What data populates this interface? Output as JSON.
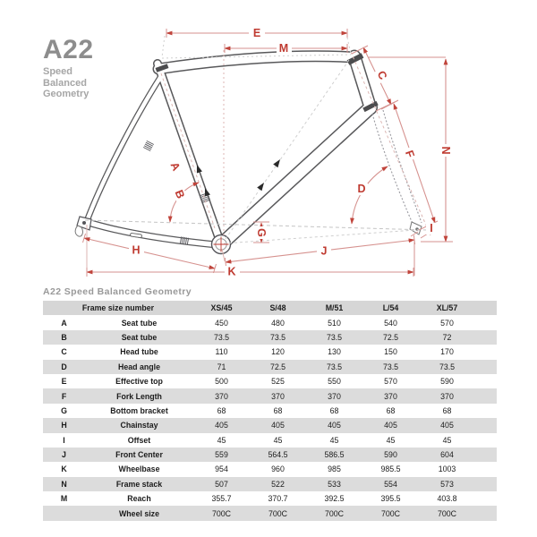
{
  "logo": {
    "model": "A22",
    "taglines": [
      "Speed",
      "Balanced",
      "Geometry"
    ]
  },
  "diagram": {
    "labels": {
      "A": "A",
      "B": "B",
      "C": "C",
      "D": "D",
      "E": "E",
      "F": "F",
      "G": "G",
      "H": "H",
      "I": "I",
      "J": "J",
      "K": "K",
      "M": "M",
      "N": "N"
    }
  },
  "table": {
    "title": "A22 Speed Balanced Geometry",
    "header": {
      "label": "Frame size number",
      "sizes": [
        "XS/45",
        "S/48",
        "M/51",
        "L/54",
        "XL/57"
      ]
    },
    "rows": [
      {
        "letter": "A",
        "label": "Seat tube",
        "values": [
          "450",
          "480",
          "510",
          "540",
          "570"
        ]
      },
      {
        "letter": "B",
        "label": "Seat tube",
        "values": [
          "73.5",
          "73.5",
          "73.5",
          "72.5",
          "72"
        ]
      },
      {
        "letter": "C",
        "label": "Head tube",
        "values": [
          "110",
          "120",
          "130",
          "150",
          "170"
        ]
      },
      {
        "letter": "D",
        "label": "Head angle",
        "values": [
          "71",
          "72.5",
          "73.5",
          "73.5",
          "73.5"
        ]
      },
      {
        "letter": "E",
        "label": "Effective top",
        "values": [
          "500",
          "525",
          "550",
          "570",
          "590"
        ]
      },
      {
        "letter": "F",
        "label": "Fork Length",
        "values": [
          "370",
          "370",
          "370",
          "370",
          "370"
        ]
      },
      {
        "letter": "G",
        "label": "Bottom bracket",
        "values": [
          "68",
          "68",
          "68",
          "68",
          "68"
        ]
      },
      {
        "letter": "H",
        "label": "Chainstay",
        "values": [
          "405",
          "405",
          "405",
          "405",
          "405"
        ]
      },
      {
        "letter": "I",
        "label": "Offset",
        "values": [
          "45",
          "45",
          "45",
          "45",
          "45"
        ]
      },
      {
        "letter": "J",
        "label": "Front Center",
        "values": [
          "559",
          "564.5",
          "586.5",
          "590",
          "604"
        ]
      },
      {
        "letter": "K",
        "label": "Wheelbase",
        "values": [
          "954",
          "960",
          "985",
          "985.5",
          "1003"
        ]
      },
      {
        "letter": "N",
        "label": "Frame stack",
        "values": [
          "507",
          "522",
          "533",
          "554",
          "573"
        ]
      },
      {
        "letter": "M",
        "label": "Reach",
        "values": [
          "355.7",
          "370.7",
          "392.5",
          "395.5",
          "403.8"
        ]
      },
      {
        "letter": "",
        "label": "Wheel size",
        "values": [
          "700C",
          "700C",
          "700C",
          "700C",
          "700C"
        ]
      }
    ]
  },
  "colors": {
    "accent_red": "#bf3a30",
    "dim_line_pink": "#d6928f",
    "frame_gray": "#58585a",
    "logo_gray": "#8d8d8d",
    "table_stripe": "#dcdcdc",
    "table_header_bg": "#d6d6d6",
    "title_gray": "#999999"
  }
}
